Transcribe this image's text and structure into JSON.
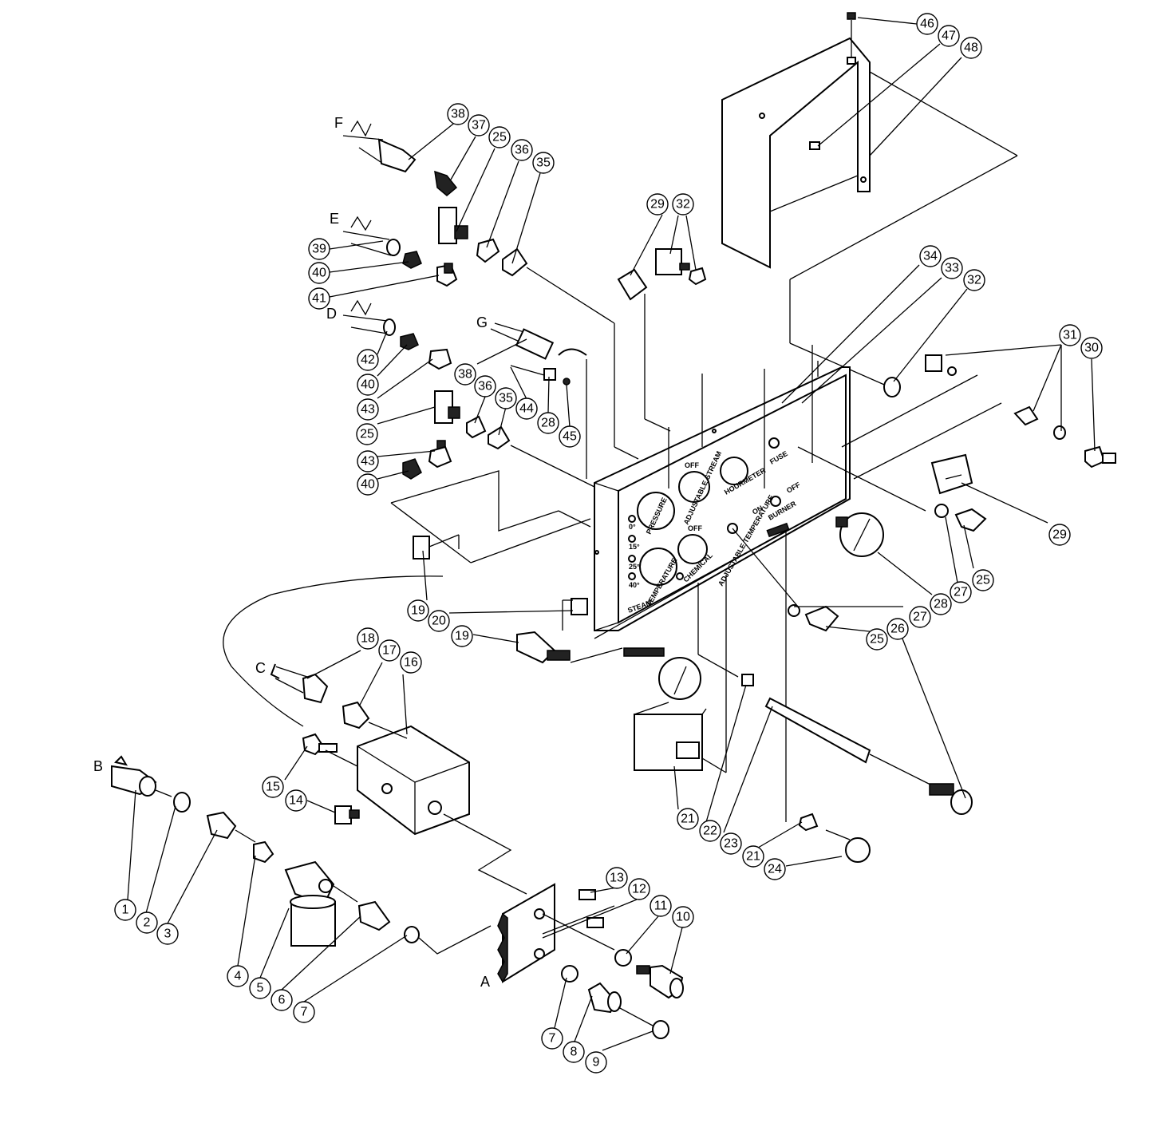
{
  "callouts": [
    "1",
    "2",
    "3",
    "4",
    "5",
    "6",
    "7",
    "7",
    "8",
    "9",
    "10",
    "11",
    "12",
    "13",
    "14",
    "15",
    "16",
    "17",
    "18",
    "19",
    "19",
    "20",
    "21",
    "21",
    "22",
    "23",
    "24",
    "25",
    "25",
    "25",
    "25",
    "26",
    "27",
    "27",
    "28",
    "28",
    "29",
    "29",
    "30",
    "31",
    "32",
    "32",
    "33",
    "34",
    "35",
    "35",
    "36",
    "36",
    "37",
    "38",
    "38",
    "39",
    "40",
    "40",
    "40",
    "41",
    "42",
    "43",
    "43",
    "44",
    "45",
    "46",
    "47",
    "48"
  ],
  "letters": [
    "A",
    "B",
    "C",
    "D",
    "E",
    "F",
    "G"
  ],
  "panel_labels": {
    "pressure": "PRESSURE",
    "adjustable_stream": "ADJUSTABLE STREAM",
    "off_1": "OFF",
    "hourmeter": "HOURMETER",
    "fuse": "FUSE",
    "off_2": "OFF",
    "on": "ON",
    "burner": "BURNER",
    "temperature": "TEMPERATURE",
    "steam": "STEAM",
    "chemical": "CHEMICAL",
    "off_3": "OFF",
    "adjustable_temperature": "ADJUSTABLE TEMPERATURE",
    "deg_0": "0°",
    "deg_15": "15°",
    "deg_25": "25°",
    "deg_40": "40°"
  }
}
